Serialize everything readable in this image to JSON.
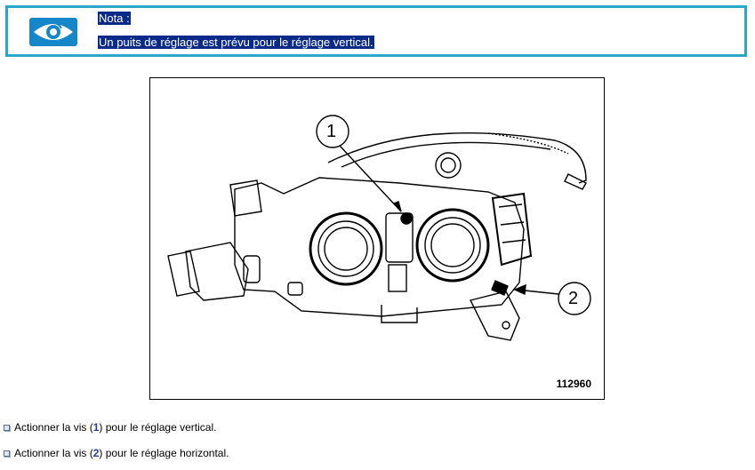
{
  "note": {
    "icon": "eye-icon",
    "title": "Nota :",
    "text": "Un puits de réglage est prévu pour le réglage vertical.",
    "colors": {
      "border": "#2aa6c6",
      "highlight": "#0a2a8a",
      "icon_bg": "#1587c8"
    }
  },
  "figure": {
    "callout_1": "1",
    "callout_2": "2",
    "figure_number": "112960"
  },
  "instructions": [
    {
      "pre": "Actionner la vis (",
      "ref": "1",
      "post": ") pour le réglage vertical."
    },
    {
      "pre": "Actionner la vis (",
      "ref": "2",
      "post": ") pour le réglage horizontal."
    }
  ]
}
